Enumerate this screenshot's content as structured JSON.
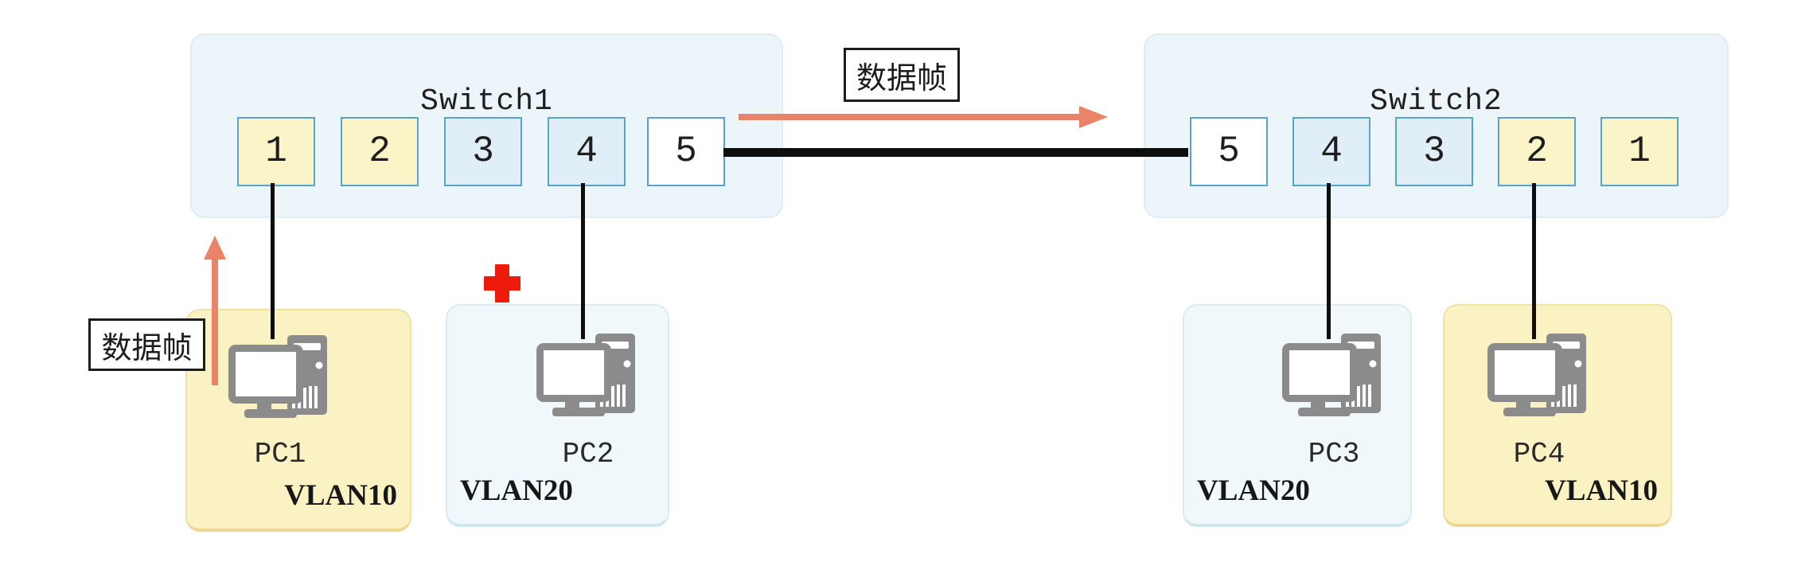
{
  "switch1": {
    "title": "Switch1",
    "ports": [
      {
        "label": "1",
        "type": "vlan10"
      },
      {
        "label": "2",
        "type": "vlan10"
      },
      {
        "label": "3",
        "type": "vlan20"
      },
      {
        "label": "4",
        "type": "vlan20"
      },
      {
        "label": "5",
        "type": "trunk"
      }
    ]
  },
  "switch2": {
    "title": "Switch2",
    "ports": [
      {
        "label": "5",
        "type": "trunk"
      },
      {
        "label": "4",
        "type": "vlan20"
      },
      {
        "label": "3",
        "type": "vlan20"
      },
      {
        "label": "2",
        "type": "vlan10"
      },
      {
        "label": "1",
        "type": "vlan10"
      }
    ]
  },
  "pcs": [
    {
      "name": "PC1",
      "vlan": "VLAN10"
    },
    {
      "name": "PC2",
      "vlan": "VLAN20"
    },
    {
      "name": "PC3",
      "vlan": "VLAN20"
    },
    {
      "name": "PC4",
      "vlan": "VLAN10"
    }
  ],
  "annotations": {
    "data_frame_top": "数据帧",
    "data_frame_left": "数据帧"
  },
  "colors": {
    "switch_fill": "#ECF5FA",
    "port_vlan10_fill": "#FAF4C8",
    "port_vlan20_fill": "#DFEEF7",
    "port_trunk_fill": "#FFFFFF",
    "port_border": "#57A3C9",
    "pc_vlan10_fill": "#FAF2C3",
    "pc_vlan20_fill": "#F1F8FB",
    "cable": "#0E0E0E",
    "arrow": "#E98468",
    "blocked_cross": "#EE1B0C",
    "pc_icon_gray": "#8B8B8B"
  }
}
